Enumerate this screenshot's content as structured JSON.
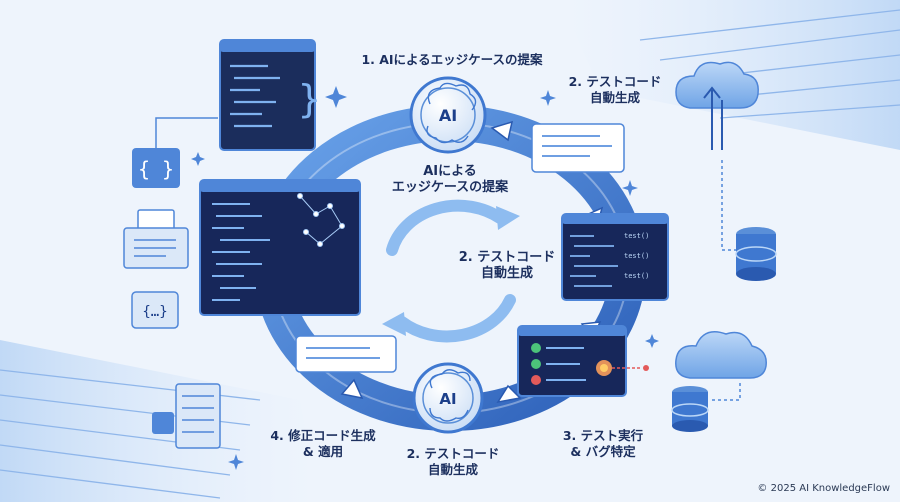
{
  "labels": {
    "step1": "1. AIによるエッジケースの提案",
    "step2_line1": "2. テストコード",
    "step2_line2": "自動生成",
    "inner1_line1": "AIによる",
    "inner1_line2": "エッジケースの提案",
    "inner2_line1": "2. テストコード",
    "inner2_line2": "自動生成",
    "step3_line1": "3. テスト実行",
    "step3_line2": "& バグ特定",
    "bottom2_line1": "2. テストコード",
    "bottom2_line2": "自動生成",
    "step4_line1": "4. 修正コード生成",
    "step4_line2": "& 適用"
  },
  "badges": {
    "top": "AI",
    "bottom": "AI"
  },
  "code_text": {
    "t1": "test()",
    "t2": "test()",
    "t3": "test()"
  },
  "icons": [
    "ai-brain-icon",
    "code-braces-icon",
    "document-icon",
    "cloud-upload-icon",
    "database-icon",
    "cloud-icon",
    "bug-icon",
    "check-icon",
    "cross-icon",
    "server-rack-icon",
    "sparkle-icon"
  ],
  "colors": {
    "ring": "#3f78d0",
    "ring_dark": "#2a5ab0",
    "text": "#1c2f5e",
    "panel": "#1b2d5c",
    "accent": "#5aa0ef"
  },
  "credit": "© 2025 AI KnowledgeFlow"
}
